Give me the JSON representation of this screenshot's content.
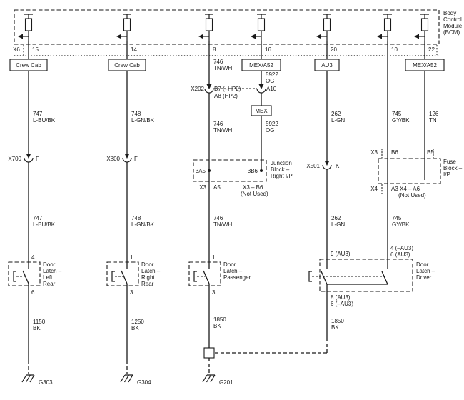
{
  "bcm": {
    "label_lines": [
      "Body",
      "Control",
      "Module",
      "(BCM)"
    ],
    "connector": "X6",
    "pins": [
      "15",
      "14",
      "8",
      "16",
      "20",
      "10",
      "22"
    ]
  },
  "tags": {
    "crew_cab_1": "Crew Cab",
    "crew_cab_2": "Crew Cab",
    "mex_a52_left": "MEX/A52",
    "au3": "AU3",
    "mex_a52_right": "MEX/A52",
    "mex": "MEX"
  },
  "wires": {
    "w746_top": [
      "746",
      "TN/WH"
    ],
    "w5922_top": [
      "5922",
      "OG"
    ],
    "w746_mid": [
      "746",
      "TN/WH"
    ],
    "w5922_mid": [
      "5922",
      "OG"
    ],
    "w747_up": [
      "747",
      "L-BU/BK"
    ],
    "w748_up": [
      "748",
      "L-GN/BK"
    ],
    "w262_up": [
      "262",
      "L-GN"
    ],
    "w745_up": [
      "745",
      "GY/BK"
    ],
    "w126": [
      "126",
      "TN"
    ],
    "w747_low": [
      "747",
      "L-BU/BK"
    ],
    "w748_low": [
      "748",
      "L-GN/BK"
    ],
    "w746_low": [
      "746",
      "TN/WH"
    ],
    "w262_low": [
      "262",
      "L-GN"
    ],
    "w745_low": [
      "745",
      "GY/BK"
    ],
    "w1150": [
      "1150",
      "BK"
    ],
    "w1250": [
      "1250",
      "BK"
    ],
    "w1850_a": [
      "1850",
      "BK"
    ],
    "w1850_b": [
      "1850",
      "BK"
    ]
  },
  "connectors": {
    "x202": {
      "name": "X202",
      "left_pin_lines": [
        "B7 (–HP2)",
        "A8 (HP2)"
      ],
      "right_pin": "A10"
    },
    "x700": {
      "name": "X700",
      "pin": "F"
    },
    "x800": {
      "name": "X800",
      "pin": "F"
    },
    "x501": {
      "name": "X501",
      "pin": "K"
    }
  },
  "junction_block": {
    "label_lines": [
      "Junction",
      "Block –",
      "Right I/P"
    ],
    "left_pin": "3A5",
    "right_pin": "3B6",
    "bottom_left_conn": "X3",
    "bottom_left_pin": "A5",
    "bottom_right": "X3 – B6",
    "bottom_right_note": "(Not Used)"
  },
  "fuse_block": {
    "label_lines": [
      "Fuse",
      "Block –",
      "I/P"
    ],
    "top_left_conn": "X3",
    "top_left_pin": "B6",
    "top_right_pin": "B5",
    "bottom_left_conn": "X4",
    "bottom_left_pin": "A3",
    "bottom_right": "X4 – A6",
    "bottom_right_note": "(Not Used)"
  },
  "latches": {
    "left_rear": {
      "pin_top": "4",
      "pin_bottom": "6",
      "label_lines": [
        "Door",
        "Latch –",
        "Left",
        "Rear"
      ]
    },
    "right_rear": {
      "pin_top": "1",
      "pin_bottom": "3",
      "label_lines": [
        "Door",
        "Latch –",
        "Right",
        "Rear"
      ]
    },
    "passenger": {
      "pin_top": "1",
      "pin_bottom": "3",
      "label_lines": [
        "Door",
        "Latch –",
        "Passenger"
      ]
    },
    "driver": {
      "pin_left": "9 (AU3)",
      "pin_right_lines": [
        "4 (–AU3)",
        "6 (AU3)"
      ],
      "pin_bottom_lines": [
        "8 (AU3)",
        "6 (–AU3)"
      ],
      "label_lines": [
        "Door",
        "Latch –",
        "Driver"
      ]
    }
  },
  "grounds": {
    "g303": "G303",
    "g304": "G304",
    "g201": "G201"
  },
  "colors": {
    "line": "#1a1a1a",
    "background": "#ffffff"
  }
}
